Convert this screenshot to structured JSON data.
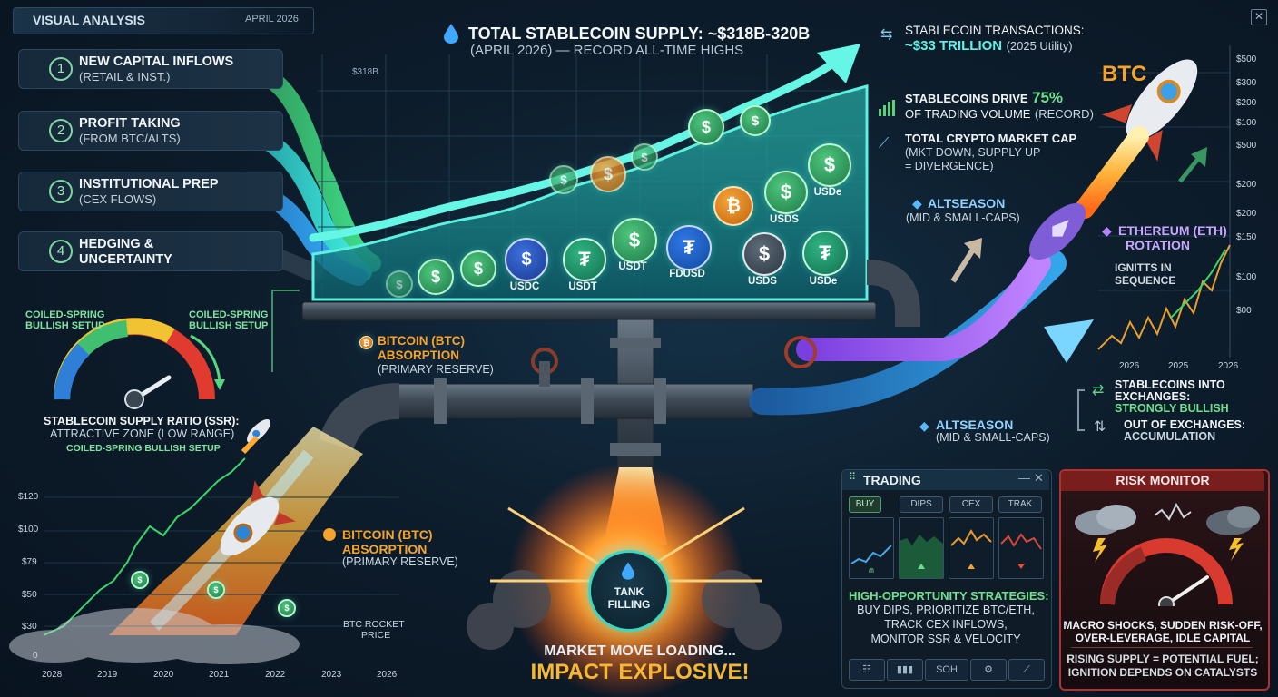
{
  "header": {
    "tab_title": "VISUAL ANALYSIS",
    "date": "APRIL 2026",
    "close_symbol": "✕"
  },
  "title": {
    "line1": "TOTAL STABLECOIN SUPPLY: ~$318B-320B",
    "line2": "(APRIL 2026) — RECORD ALL-TIME HIGHS",
    "chart_label": "$318B"
  },
  "drivers": [
    {
      "num": "1",
      "title": "NEW CAPITAL INFLOWS",
      "sub": "(RETAIL & INST.)"
    },
    {
      "num": "2",
      "title": "PROFIT TAKING",
      "sub": "(FROM BTC/ALTS)"
    },
    {
      "num": "3",
      "title": "INSTITUTIONAL PREP",
      "sub": "(CEX FLOWS)"
    },
    {
      "num": "4",
      "title": "HEDGING &",
      "sub": "UNCERTAINTY"
    }
  ],
  "coins": {
    "usdc": "USDC",
    "usdt_a": "USDT",
    "usdt_b": "USDT",
    "fdusd": "FDUSD",
    "usds_a": "USDS",
    "usde_a": "USDe",
    "usds_b": "USDS",
    "usde_b": "USDe"
  },
  "stats": {
    "tx_title": "STABLECOIN TRANSACTIONS:",
    "tx_value": "~$33 TRILLION",
    "tx_note": "(2025 Utility)",
    "drive_prefix": "STABLECOINS DRIVE",
    "drive_pct": "75%",
    "drive_sub": "OF TRADING VOLUME",
    "drive_note": "(RECORD)",
    "mcap_title": "TOTAL CRYPTO MARKET CAP",
    "mcap_sub1": "(MKT DOWN, SUPPLY UP",
    "mcap_sub2": "= DIVERGENCE)"
  },
  "ssr": {
    "left_tag": "COILED-SPRING\nBULLISH SETUP",
    "right_tag": "COILED-SPRING\nBULLISH SETUP",
    "title": "STABLECOIN SUPPLY RATIO (SSR):",
    "zone": "ATTRACTIVE ZONE (LOW RANGE)",
    "setup": "COILED-SPRING BULLISH SETUP"
  },
  "btc_absorb_top": {
    "title1": "BITCOIN (BTC)",
    "title2": "ABSORPTION",
    "sub": "(PRIMARY RESERVE)"
  },
  "btc_absorb_bottom": {
    "title1": "BITCOIN (BTC)",
    "title2": "ABSORPTION",
    "sub": "(PRIMARY RESERVE)"
  },
  "altseason_top": {
    "title": "ALTSEASON",
    "sub": "(MID & SMALL-CAPS)"
  },
  "altseason_bottom": {
    "title": "ALTSEASON",
    "sub": "(MID & SMALL-CAPS)"
  },
  "eth": {
    "title1": "ETHEREUM (ETH)",
    "title2": "ROTATION",
    "ignite1": "IGNITTS IN",
    "ignite2": "SEQUENCE"
  },
  "btc_rocket_label": "BTC",
  "right_axis": [
    "$500",
    "$300",
    "$200",
    "$100",
    "$500",
    "$200",
    "$200",
    "$150",
    "$100",
    "$00"
  ],
  "right_years": [
    "2026",
    "2025",
    "2026"
  ],
  "exchanges": {
    "into1": "STABLECOINS INTO",
    "into2": "EXCHANGES:",
    "into3": "STRONGLY BULLISH",
    "out1": "OUT OF EXCHANGES:",
    "out2": "ACCUMULATION"
  },
  "left_chart": {
    "y_labels": [
      "$120",
      "$100",
      "$79",
      "$50",
      "$30",
      "0"
    ],
    "x_labels": [
      "2028",
      "2019",
      "2020",
      "2021",
      "2022",
      "2023",
      "2026"
    ],
    "rocket_label1": "BTC ROCKET",
    "rocket_label2": "PRICE"
  },
  "tank": {
    "line1": "TANK",
    "line2": "FILLING"
  },
  "bottom_msg": {
    "line1": "MARKET MOVE LOADING...",
    "line2": "IMPACT EXPLOSIVE!"
  },
  "trading": {
    "title": "TRADING",
    "tabs": [
      "BUY",
      "DIPS",
      "CEX",
      "TRAK"
    ],
    "strategies_title": "HIGH-OPPORTUNITY STRATEGIES:",
    "strategies": [
      "BUY DIPS, PRIORITIZE BTC/ETH,",
      "TRACK CEX INFLOWS,",
      "MONITOR SSR & VELOCITY"
    ],
    "toolbar": [
      "☷",
      "▮▮▮",
      "SOH",
      "⚙",
      "⟋"
    ]
  },
  "risk": {
    "title": "RISK MONITOR",
    "line1": "MACRO SHOCKS, SUDDEN RISK-OFF,",
    "line2": "OVER-LEVERAGE, IDLE CAPITAL",
    "line3": "RISING SUPPLY = POTENTIAL FUEL;",
    "line4": "IGNITION DEPENDS ON CATALYSTS"
  },
  "colors": {
    "accent_green": "#8be3a7",
    "accent_cyan": "#5ff2e6",
    "accent_orange": "#f5a32a",
    "accent_purple": "#b784ff",
    "risk_red": "#c9302c"
  }
}
